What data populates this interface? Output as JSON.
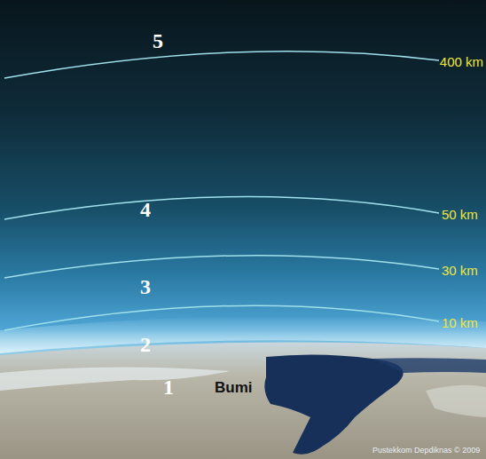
{
  "diagram": {
    "labels": [
      "5",
      "400 km",
      "4",
      "50 km",
      "3",
      "30 km",
      "10 km",
      "2",
      "1",
      "Bumi",
      "Pustekkom Depdiknas © 2009"
    ]
  }
}
